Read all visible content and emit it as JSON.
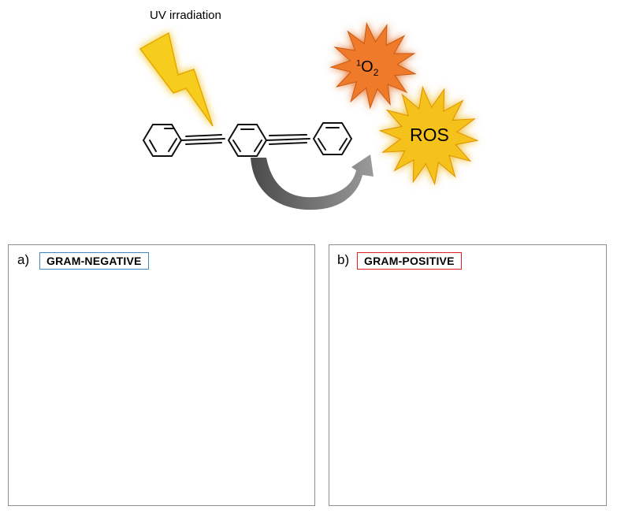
{
  "top": {
    "uv_label": "UV irradiation",
    "singlet_oxygen": {
      "sup": "1",
      "main": "O",
      "sub": "2"
    },
    "ros_label": "ROS"
  },
  "panel_a": {
    "letter": "a)",
    "title": "GRAM-NEGATIVE",
    "border_color": "#3f88c5"
  },
  "panel_b": {
    "letter": "b)",
    "title": "GRAM-POSITIVE",
    "border_color": "#e02020"
  },
  "colors": {
    "lipid_fill": "#fbe7a3",
    "lipid_stroke": "#e2b43a",
    "hexagon_fill": "#4d7fc7",
    "hexagon_stroke": "#2d5596",
    "peptidoglycan_band": "#e6e6e6",
    "protein_fill": "#f7c5ae",
    "lps_green": "#4f8a37",
    "lightning": "#f6cd1e",
    "burst_orange": "#ef7a2b",
    "burst_yellow": "#f5c21c",
    "arrow_gray": "#8a8a8a"
  }
}
